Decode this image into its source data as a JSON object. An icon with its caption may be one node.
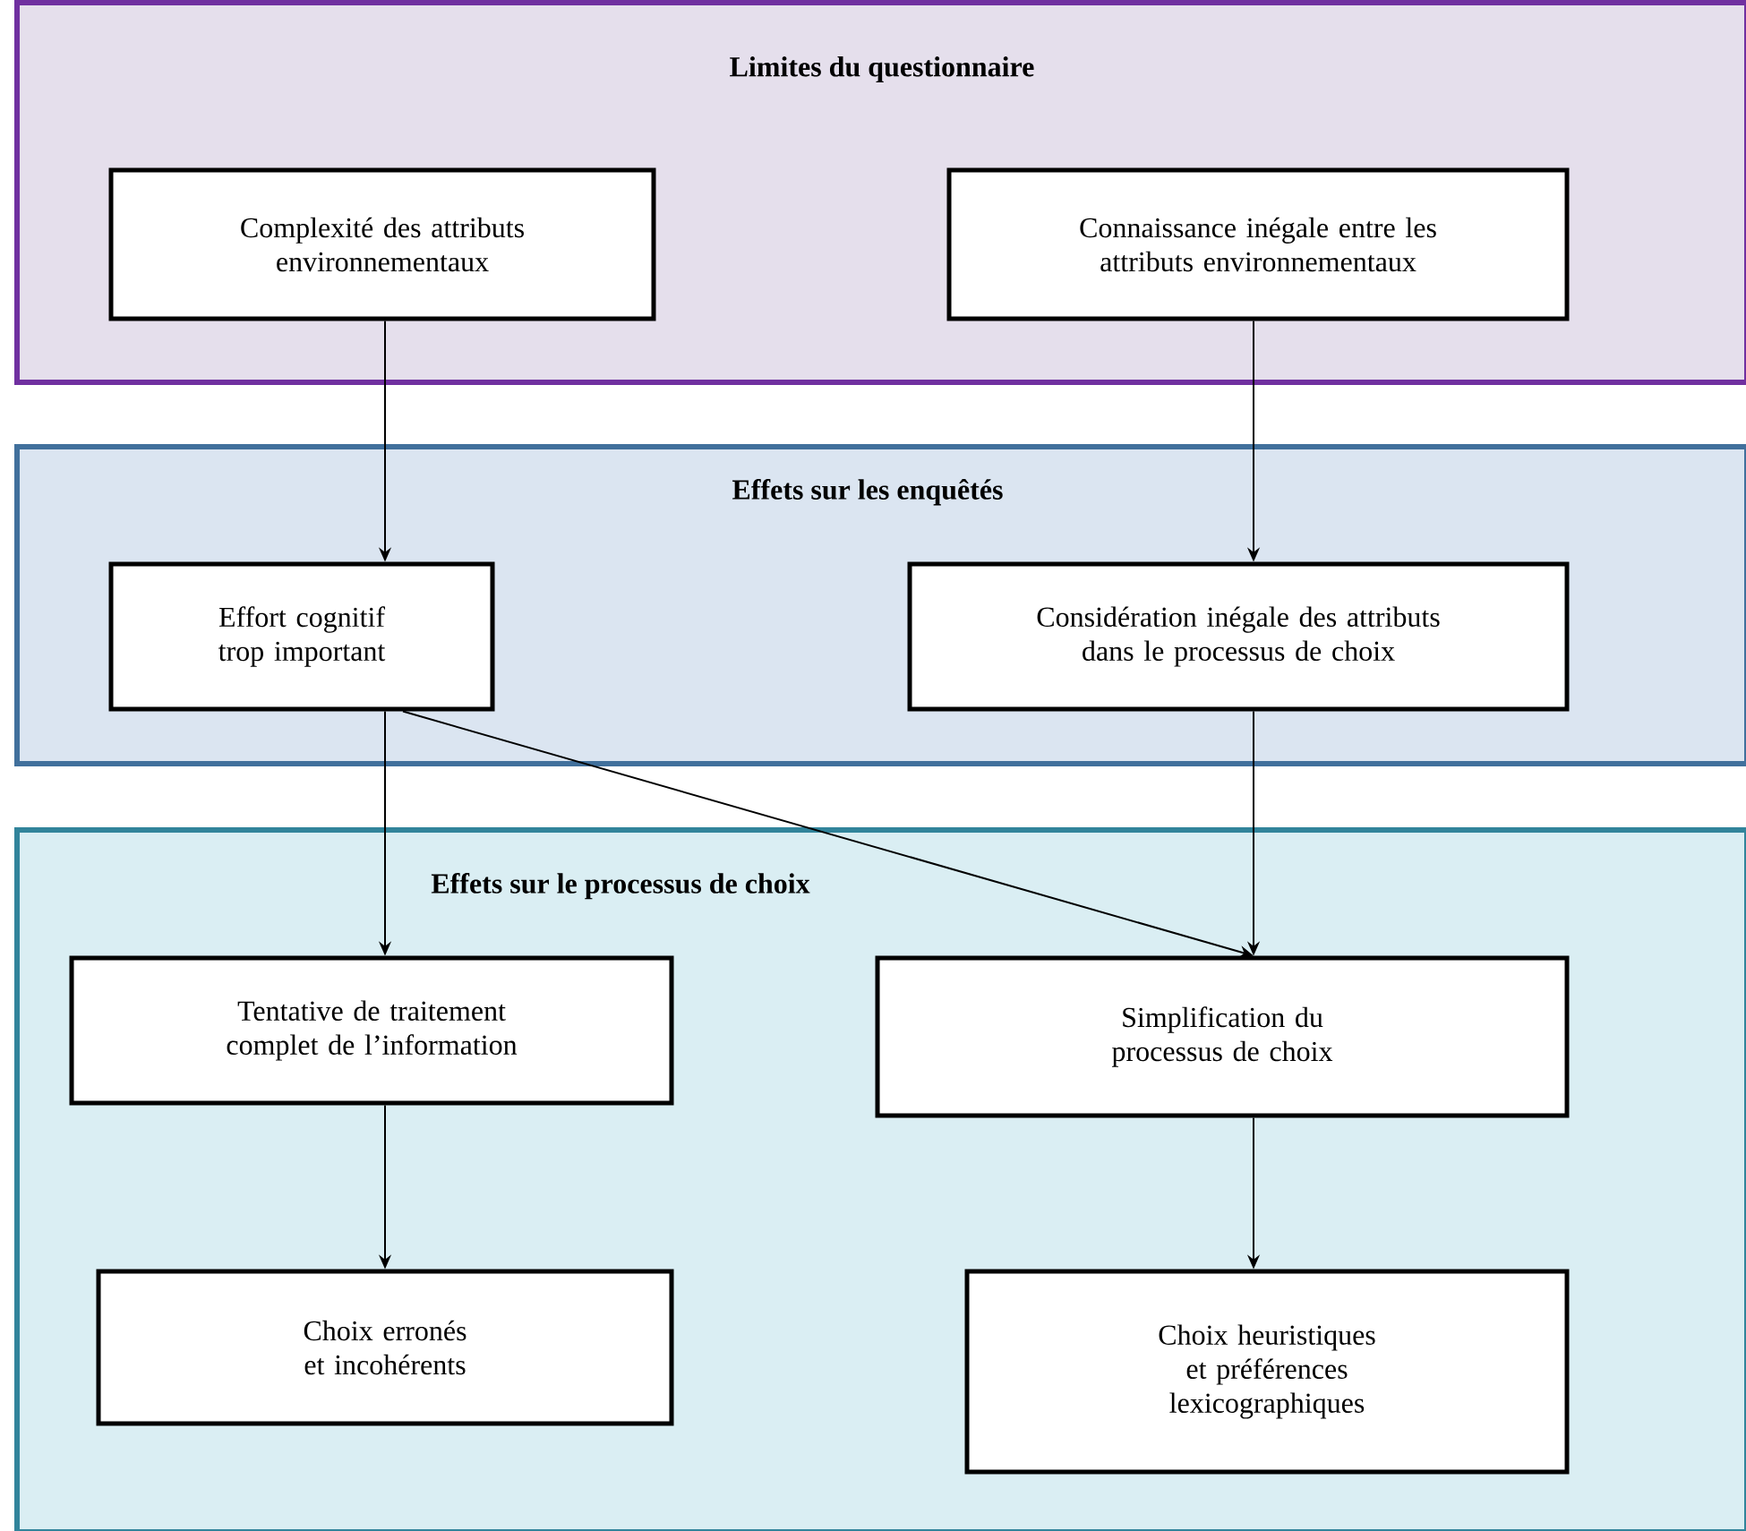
{
  "diagram": {
    "nodes": [
      {
        "text": [
          "Limites du questionnaire"
        ]
      },
      {
        "text": [
          "Complexité des attributs environnementaux"
        ],
        "in": 0
      },
      {
        "text": [
          "Connaissance inégale entre les attributs environnementaux"
        ],
        "in": 0
      },
      {
        "text": [
          "Effets sur les enquêtés"
        ]
      },
      {
        "text": [
          "Effort cognitif trop important"
        ],
        "in": 3
      },
      {
        "text": [
          "Considération inégale des attributs dans le processus de choix"
        ],
        "in": 3
      },
      {
        "text": [
          "Effets sur le processus de choix"
        ]
      },
      {
        "text": [
          "Tentative de traitement complet de l’information"
        ],
        "in": 6
      },
      {
        "text": [
          "Simplification du processus de choix"
        ],
        "in": 6
      },
      {
        "text": [
          "Choix erronés et incohérents"
        ],
        "in": 6
      },
      {
        "text": [
          "Choix heuristiques et préférences lexicographiques"
        ],
        "in": 6
      }
    ],
    "edges": [
      {
        "from": 1,
        "to": 4,
        "arrow": "to"
      },
      {
        "from": 2,
        "to": 5,
        "arrow": "to"
      },
      {
        "from": 4,
        "to": 7,
        "arrow": "to"
      },
      {
        "from": 5,
        "to": 8,
        "arrow": "to"
      },
      {
        "from": 4,
        "to": 8,
        "arrow": "to"
      },
      {
        "from": 7,
        "to": 9,
        "arrow": "to"
      },
      {
        "from": 8,
        "to": 10,
        "arrow": "to"
      }
    ]
  }
}
